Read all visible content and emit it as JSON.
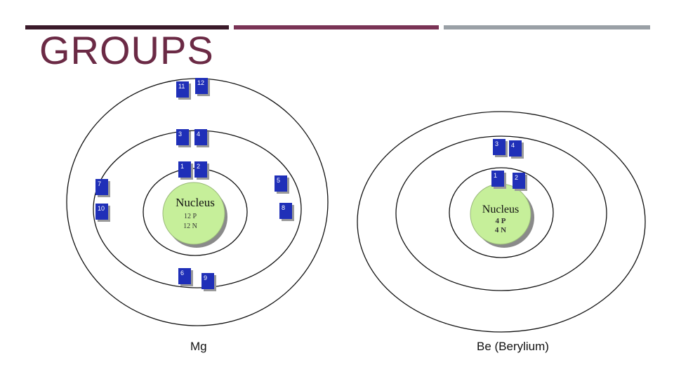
{
  "slide": {
    "title": "GROUPS"
  },
  "atoms": [
    {
      "caption": "Mg",
      "nucleus": {
        "label": "Nucleus",
        "protons": "12 P",
        "neutrons": "12 N"
      },
      "electrons": [
        "1",
        "2",
        "3",
        "4",
        "5",
        "6",
        "7",
        "8",
        "9",
        "10",
        "11",
        "12"
      ]
    },
    {
      "caption": "Be (Berylium)",
      "nucleus": {
        "label": "Nucleus",
        "protons": "4 P",
        "neutrons": "4 N"
      },
      "electrons": [
        "1",
        "2",
        "3",
        "4"
      ]
    }
  ],
  "colors": {
    "nucleus_fill": "#c6ef9a",
    "electron_fill": "#1f2fb8",
    "shell_stroke": "#111111",
    "title": "#6b2a45"
  }
}
